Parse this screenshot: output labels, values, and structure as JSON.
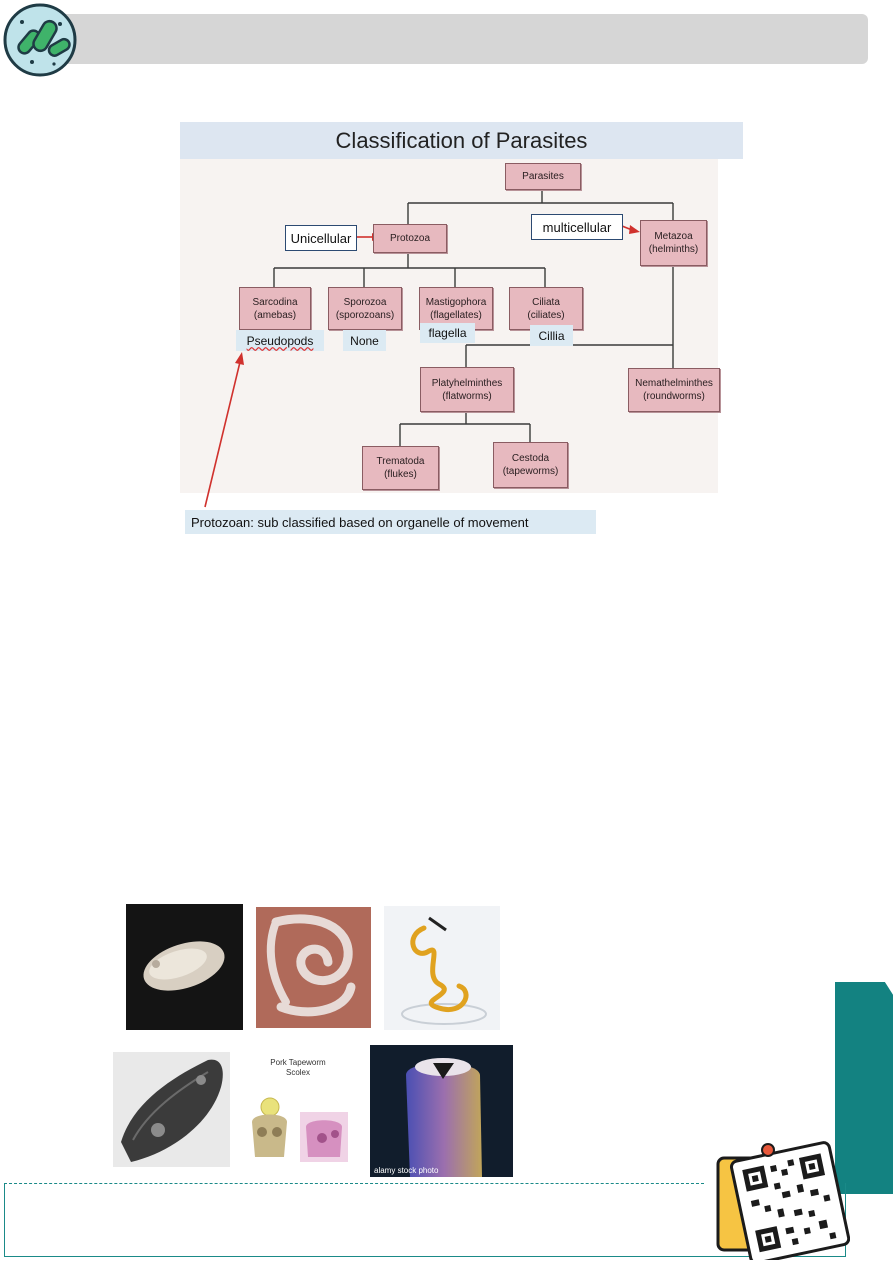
{
  "diagram": {
    "title": "Classification of Parasites",
    "nodes": {
      "parasites": "Parasites",
      "protozoa": "Protozoa",
      "metazoa": {
        "line1": "Metazoa",
        "line2": "(helminths)"
      },
      "sarcodina": {
        "line1": "Sarcodina",
        "line2": "(amebas)"
      },
      "sporozoa": {
        "line1": "Sporozoa",
        "line2": "(sporozoans)"
      },
      "mastigophora": {
        "line1": "Mastigophora",
        "line2": "(flagellates)"
      },
      "ciliata": {
        "line1": "Ciliata",
        "line2": "(ciliates)"
      },
      "platyhelminthes": {
        "line1": "Platyhelminthes",
        "line2": "(flatworms)"
      },
      "nemathelminthes": {
        "line1": "Nemathelminthes",
        "line2": "(roundworms)"
      },
      "trematoda": {
        "line1": "Trematoda",
        "line2": "(flukes)"
      },
      "cestoda": {
        "line1": "Cestoda",
        "line2": "(tapeworms)"
      }
    },
    "callouts": {
      "unicellular": "Unicellular",
      "multicellular": "multicellular"
    },
    "movement_tags": {
      "sarcodina": "Pseudopods",
      "sporozoa": "None",
      "mastigophora": "flagella",
      "ciliata": "Cillia"
    },
    "note": "Protozoan: sub classified based on organelle of movement"
  },
  "photos": {
    "pork_tapeworm_caption_line1": "Pork Tapeworm",
    "pork_tapeworm_caption_line2": "Scolex",
    "stock_watermark": "alamy stock photo"
  },
  "colors": {
    "header_gray": "#d6d6d6",
    "teal_accent": "#138281",
    "node_pink": "#e7b9bf",
    "callout_blue_border": "#2c4a72",
    "tag_blue": "#dceaf3",
    "arrow_red": "#d0312d"
  }
}
